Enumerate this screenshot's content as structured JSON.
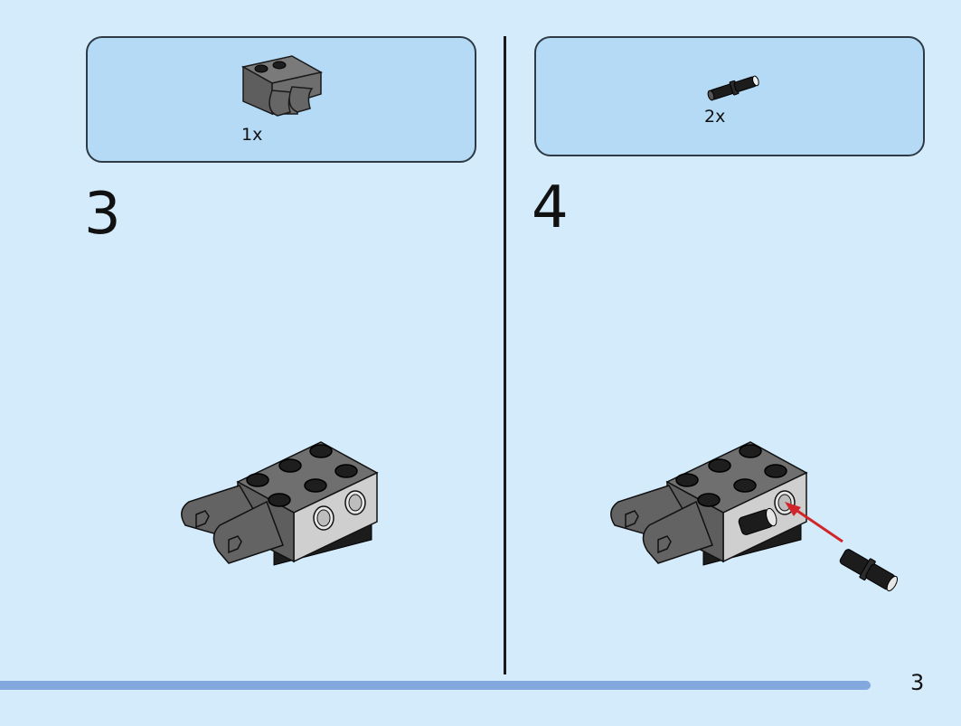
{
  "steps": [
    {
      "number": "3",
      "parts": [
        {
          "quantity": "1x",
          "icon": "technic-bracket-brick-icon"
        }
      ]
    },
    {
      "number": "4",
      "parts": [
        {
          "quantity": "2x",
          "icon": "technic-pin-icon"
        }
      ]
    }
  ],
  "page": {
    "number": "3"
  },
  "colors": {
    "background": "#d4ebfb",
    "parts_box": "#b5daf5",
    "progress_bar": "#82a8dd",
    "dark_gray_part": "#666666",
    "black_part": "#1c1c1c",
    "arrow": "#d0262b"
  }
}
